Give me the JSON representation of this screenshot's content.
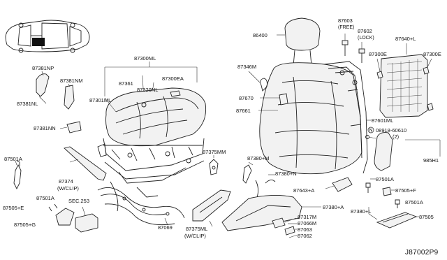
{
  "labels": {
    "p87381NP": "87381NP",
    "p87381NM": "87381NM",
    "p87381NL": "87381NL",
    "p87381NN": "87381NN",
    "p87300ML": "87300ML",
    "p87361": "87361",
    "p87320NL": "87320NL",
    "p87300EA": "87300EA",
    "p87301ML": "87301ML",
    "p87501A_a": "87501A",
    "p87374": "87374",
    "p87374_clip": "(W/CLIP)",
    "p87505E": "87505+E",
    "p87501A_b": "87501A",
    "psec253": "SEC.253",
    "p87505G": "87505+G",
    "p87069": "87069",
    "p87375MM": "87375MM",
    "p87375ML": "87375ML",
    "p87375ML_clip": "(W/CLIP)",
    "p86400": "86400",
    "p87603": "87603",
    "p87603_free": "(FREE)",
    "p87602": "87602",
    "p87602_lock": "(LOCK)",
    "p87640L": "87640+L",
    "p87300E_a": "87300E",
    "p87300E_b": "87300E",
    "p87346M": "87346M",
    "p87670": "87670",
    "p87661": "87661",
    "p87601ML": "87601ML",
    "pN": "N",
    "p08918": "08918-60610",
    "p08918_qty": "(2)",
    "p985H1": "985H1",
    "p87380M": "87380+M",
    "p87380N": "87380+N",
    "p87643A": "87643+A",
    "p87501A_c": "87501A",
    "p87505F": "87505+F",
    "p87501A_d": "87501A",
    "p87505": "87505",
    "p87380A": "87380+A",
    "p87380L": "87380+L",
    "p87317M": "87317M",
    "p87066M": "87066M",
    "p87063": "87063",
    "p87062": "87062",
    "diagram_code": "J87002P9"
  }
}
